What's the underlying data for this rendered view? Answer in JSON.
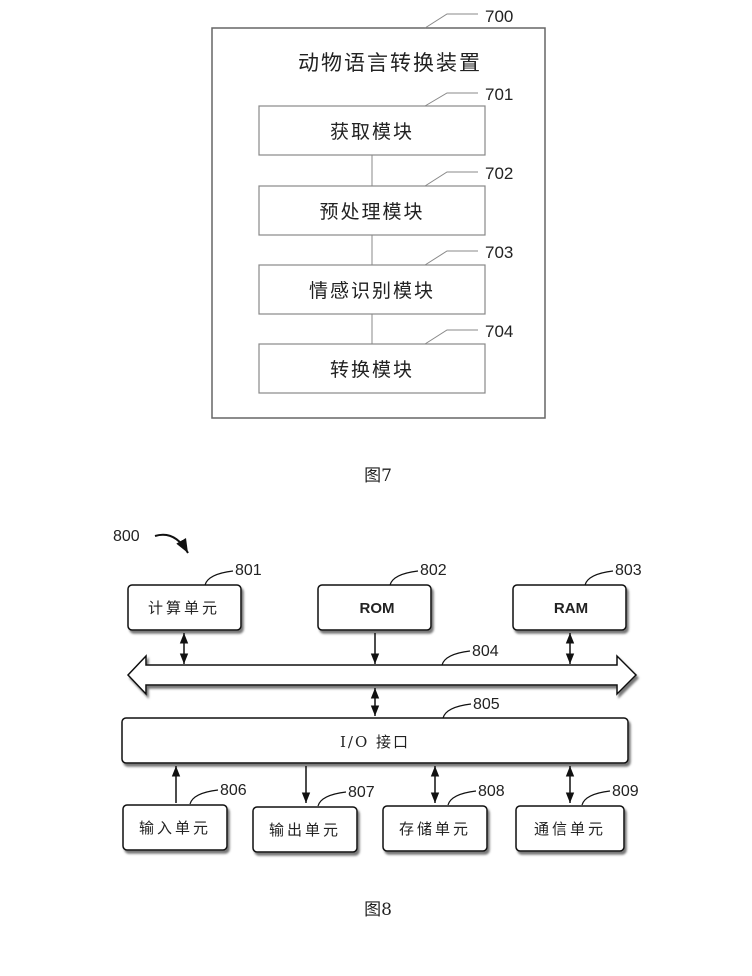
{
  "figure7": {
    "ref": "700",
    "title": "动物语言转换装置",
    "modules": [
      {
        "ref": "701",
        "label": "获取模块"
      },
      {
        "ref": "702",
        "label": "预处理模块"
      },
      {
        "ref": "703",
        "label": "情感识别模块"
      },
      {
        "ref": "704",
        "label": "转换模块"
      }
    ],
    "caption": "图7"
  },
  "figure8": {
    "ref": "800",
    "top_units": [
      {
        "ref": "801",
        "label": "计算单元",
        "arrow": "both"
      },
      {
        "ref": "802",
        "label": "ROM",
        "arrow": "down"
      },
      {
        "ref": "803",
        "label": "RAM",
        "arrow": "both"
      }
    ],
    "bus": {
      "ref": "804"
    },
    "io": {
      "ref": "805",
      "label": "I/O 接口"
    },
    "bottom_units": [
      {
        "ref": "806",
        "label": "输入单元",
        "arrow": "up"
      },
      {
        "ref": "807",
        "label": "输出单元",
        "arrow": "down"
      },
      {
        "ref": "808",
        "label": "存储单元",
        "arrow": "both"
      },
      {
        "ref": "809",
        "label": "通信单元",
        "arrow": "both"
      }
    ],
    "caption": "图8"
  }
}
